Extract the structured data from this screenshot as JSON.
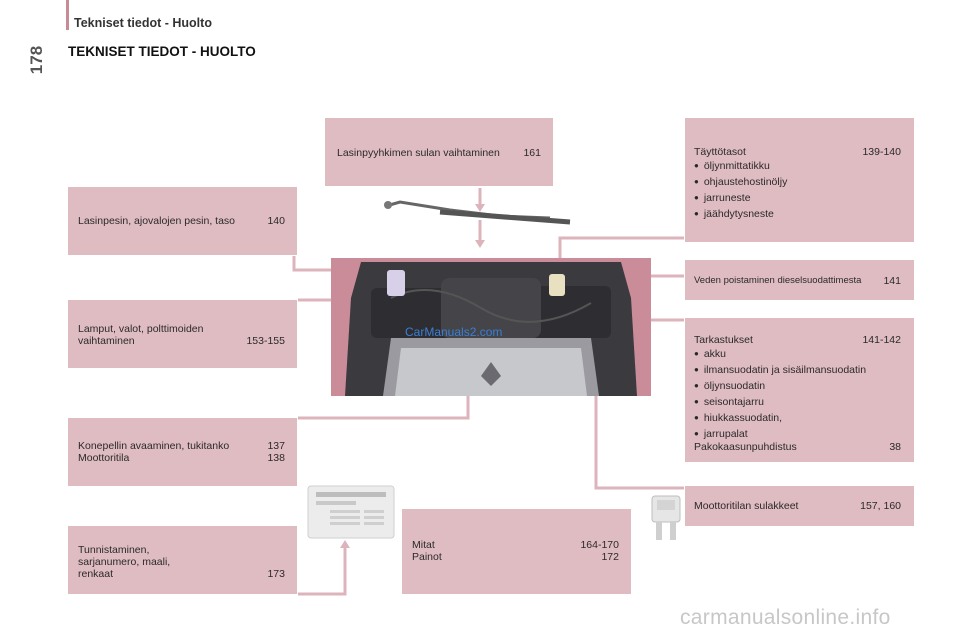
{
  "header": {
    "page_number": "178",
    "title": "Tekniset tiedot - Huolto"
  },
  "section_title": "TEKNISET TIEDOT - HUOLTO",
  "boxes": {
    "wiper": {
      "label": "Lasinpyyhkimen sulan vaihtaminen",
      "page": "161"
    },
    "washer": {
      "label": "Lasinpesin, ajovalojen pesin, taso",
      "page": "140"
    },
    "lamps": {
      "line1": "Lamput, valot, polttimoiden",
      "line2": "vaihtaminen",
      "page": "153-155"
    },
    "bonnet": {
      "line1": "Konepellin avaaminen, tukitanko",
      "page1": "137",
      "line2": "Moottoritila",
      "page2": "138"
    },
    "identification": {
      "line1": "Tunnistaminen,",
      "line2": "sarjanumero, maali,",
      "line3": "renkaat",
      "page": "173"
    },
    "dimensions": {
      "line1": "Mitat",
      "page1": "164-170",
      "line2": "Painot",
      "page2": "172"
    },
    "levels": {
      "title": "Täyttötasot",
      "page": "139-140",
      "items": [
        "öljynmittatikku",
        "ohjaustehostinöljy",
        "jarruneste",
        "jäähdytysneste"
      ]
    },
    "diesel": {
      "label": "Veden poistaminen dieselsuodattimesta",
      "page": "141"
    },
    "checks": {
      "title": "Tarkastukset",
      "page": "141-142",
      "items": [
        "akku",
        "ilmansuodatin ja sisäilmansuodatin",
        "öljynsuodatin",
        "seisontajarru",
        "hiukkassuodatin,",
        "jarrupalat"
      ],
      "footer": "Pakokaasunpuhdistus",
      "footer_page": "38"
    },
    "fuses": {
      "label": "Moottoritilan sulakkeet",
      "page": "157, 160"
    }
  },
  "images": {
    "engine_watermark": "CarManuals2.com"
  },
  "footer_watermark": "carmanualsonline.info"
}
